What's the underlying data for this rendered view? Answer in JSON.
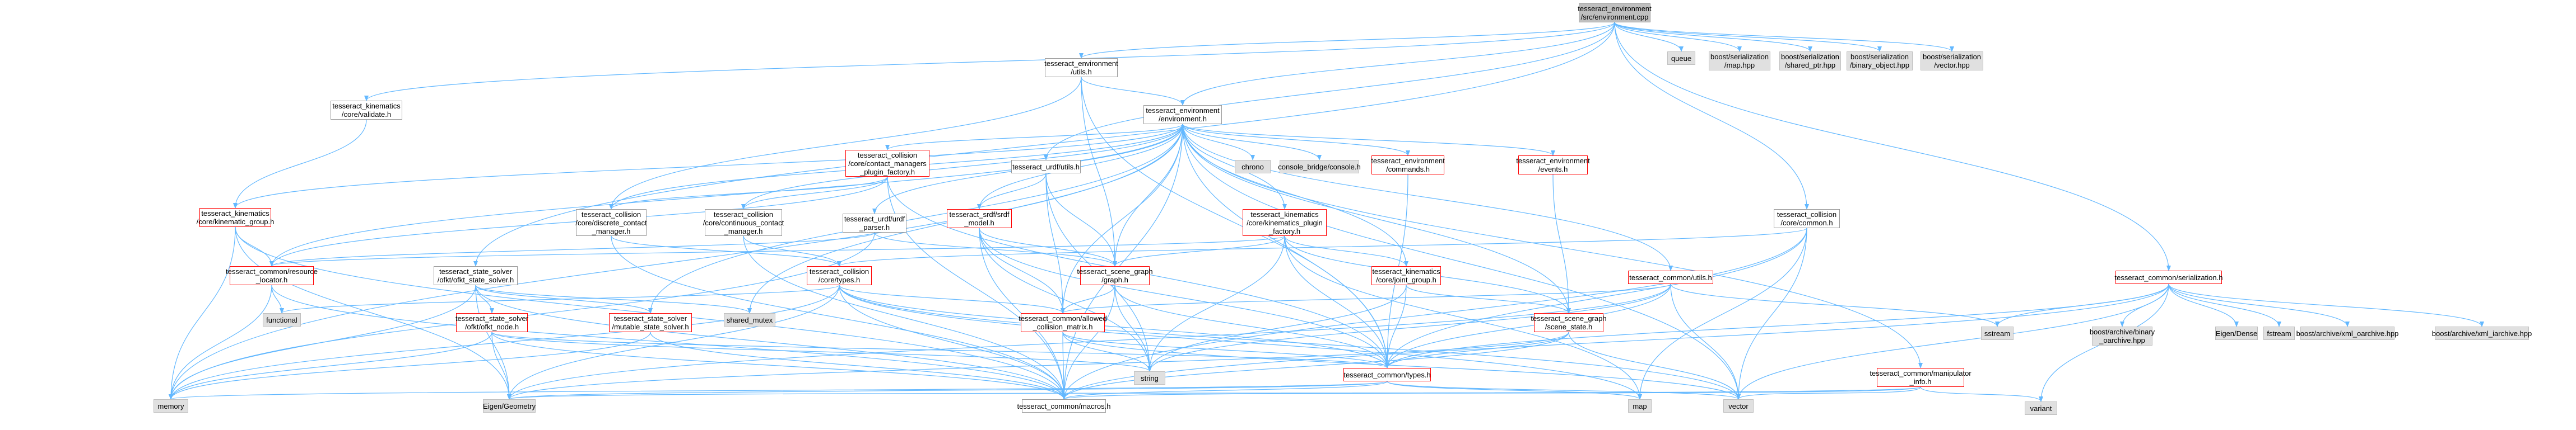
{
  "colors": {
    "edge": "#63b8ff",
    "node_border": "#999999",
    "red_border": "#ff0000",
    "grey_fill": "#e0e0e0",
    "root_fill": "#bfbfbf"
  },
  "nodes": [
    {
      "id": "root",
      "lines": [
        "tesseract_environment",
        "/src/environment.cpp"
      ],
      "type": "root"
    },
    {
      "id": "queue",
      "lines": [
        "queue"
      ],
      "type": "grey"
    },
    {
      "id": "bs_map",
      "lines": [
        "boost/serialization",
        "/map.hpp"
      ],
      "type": "grey"
    },
    {
      "id": "bs_shared",
      "lines": [
        "boost/serialization",
        "/shared_ptr.hpp"
      ],
      "type": "grey"
    },
    {
      "id": "bs_binary",
      "lines": [
        "boost/serialization",
        "/binary_object.hpp"
      ],
      "type": "grey"
    },
    {
      "id": "bs_vector",
      "lines": [
        "boost/serialization",
        "/vector.hpp"
      ],
      "type": "grey"
    },
    {
      "id": "env_utils",
      "lines": [
        "tesseract_environment",
        "/utils.h"
      ],
      "type": "normal"
    },
    {
      "id": "kin_validate",
      "lines": [
        "tesseract_kinematics",
        "/core/validate.h"
      ],
      "type": "normal"
    },
    {
      "id": "env_env",
      "lines": [
        "tesseract_environment",
        "/environment.h"
      ],
      "type": "normal"
    },
    {
      "id": "coll_cm_factory",
      "lines": [
        "tesseract_collision",
        "/core/contact_managers",
        "_plugin_factory.h"
      ],
      "type": "red"
    },
    {
      "id": "urdf_utils",
      "lines": [
        "tesseract_urdf/utils.h"
      ],
      "type": "normal"
    },
    {
      "id": "chrono",
      "lines": [
        "chrono"
      ],
      "type": "grey"
    },
    {
      "id": "console_bridge",
      "lines": [
        "console_bridge/console.h"
      ],
      "type": "grey"
    },
    {
      "id": "env_commands",
      "lines": [
        "tesseract_environment",
        "/commands.h"
      ],
      "type": "red"
    },
    {
      "id": "env_events",
      "lines": [
        "tesseract_environment",
        "/events.h"
      ],
      "type": "red"
    },
    {
      "id": "kin_group",
      "lines": [
        "tesseract_kinematics",
        "/core/kinematic_group.h"
      ],
      "type": "red"
    },
    {
      "id": "coll_discrete",
      "lines": [
        "tesseract_collision",
        "/core/discrete_contact",
        "_manager.h"
      ],
      "type": "normal"
    },
    {
      "id": "coll_continuous",
      "lines": [
        "tesseract_collision",
        "/core/continuous_contact",
        "_manager.h"
      ],
      "type": "normal"
    },
    {
      "id": "urdf_parser",
      "lines": [
        "tesseract_urdf/urdf",
        "_parser.h"
      ],
      "type": "normal"
    },
    {
      "id": "urdf_model",
      "lines": [
        "tesseract_srdf/srdf",
        "_model.h"
      ],
      "type": "red"
    },
    {
      "id": "kin_plugin_factory",
      "lines": [
        "tesseract_kinematics",
        "/core/kinematics_plugin",
        "_factory.h"
      ],
      "type": "red"
    },
    {
      "id": "coll_common",
      "lines": [
        "tesseract_collision",
        "/core/common.h"
      ],
      "type": "normal"
    },
    {
      "id": "common_resource_locator",
      "lines": [
        "tesseract_common/resource",
        "_locator.h"
      ],
      "type": "red"
    },
    {
      "id": "state_solver_ofkt",
      "lines": [
        "tesseract_state_solver",
        "/ofkt/ofkt_state_solver.h"
      ],
      "type": "normal"
    },
    {
      "id": "coll_types",
      "lines": [
        "tesseract_collision",
        "/core/types.h"
      ],
      "type": "red"
    },
    {
      "id": "scene_graph",
      "lines": [
        "tesseract_scene_graph",
        "/graph.h"
      ],
      "type": "red"
    },
    {
      "id": "kin_joint_group",
      "lines": [
        "tesseract_kinematics",
        "/core/joint_group.h"
      ],
      "type": "red"
    },
    {
      "id": "common_utils",
      "lines": [
        "tesseract_common/utils.h"
      ],
      "type": "red"
    },
    {
      "id": "common_serialization",
      "lines": [
        "tesseract_common/serialization.h"
      ],
      "type": "red"
    },
    {
      "id": "functional",
      "lines": [
        "functional"
      ],
      "type": "grey"
    },
    {
      "id": "state_solver_ofkt_node",
      "lines": [
        "tesseract_state_solver",
        "/ofkt/ofkt_node.h"
      ],
      "type": "red"
    },
    {
      "id": "state_solver_mutable",
      "lines": [
        "tesseract_state_solver",
        "/mutable_state_solver.h"
      ],
      "type": "red"
    },
    {
      "id": "shared_mutex",
      "lines": [
        "shared_mutex"
      ],
      "type": "grey"
    },
    {
      "id": "common_allowed",
      "lines": [
        "tesseract_common/allowed",
        "_collision_matrix.h"
      ],
      "type": "red"
    },
    {
      "id": "scene_state",
      "lines": [
        "tesseract_scene_graph",
        "/scene_state.h"
      ],
      "type": "red"
    },
    {
      "id": "sstream",
      "lines": [
        "sstream"
      ],
      "type": "grey"
    },
    {
      "id": "boost_binary",
      "lines": [
        "boost/archive/binary",
        "_oarchive.hpp"
      ],
      "type": "grey"
    },
    {
      "id": "eigen_dense",
      "lines": [
        "Eigen/Dense"
      ],
      "type": "grey"
    },
    {
      "id": "fstream",
      "lines": [
        "fstream"
      ],
      "type": "grey"
    },
    {
      "id": "boost_xml_o",
      "lines": [
        "boost/archive/xml_oarchive.hpp"
      ],
      "type": "grey"
    },
    {
      "id": "boost_xml_i",
      "lines": [
        "boost/archive/xml_iarchive.hpp"
      ],
      "type": "grey"
    },
    {
      "id": "string",
      "lines": [
        "string"
      ],
      "type": "grey"
    },
    {
      "id": "common_types",
      "lines": [
        "tesseract_common/types.h"
      ],
      "type": "red"
    },
    {
      "id": "common_manipulator",
      "lines": [
        "tesseract_common/manipulator",
        "_info.h"
      ],
      "type": "red"
    },
    {
      "id": "memory",
      "lines": [
        "memory"
      ],
      "type": "grey"
    },
    {
      "id": "eigen_geometry",
      "lines": [
        "Eigen/Geometry"
      ],
      "type": "grey"
    },
    {
      "id": "common_macros",
      "lines": [
        "tesseract_common/macros.h"
      ],
      "type": "normal"
    },
    {
      "id": "map",
      "lines": [
        "map"
      ],
      "type": "grey"
    },
    {
      "id": "vector",
      "lines": [
        "vector"
      ],
      "type": "grey"
    },
    {
      "id": "variant",
      "lines": [
        "variant"
      ],
      "type": "grey"
    }
  ],
  "edges": [
    [
      "root",
      "queue"
    ],
    [
      "root",
      "bs_map"
    ],
    [
      "root",
      "bs_shared"
    ],
    [
      "root",
      "bs_binary"
    ],
    [
      "root",
      "bs_vector"
    ],
    [
      "root",
      "env_utils"
    ],
    [
      "root",
      "kin_validate"
    ],
    [
      "root",
      "env_env"
    ],
    [
      "root",
      "coll_common"
    ],
    [
      "root",
      "state_solver_ofkt"
    ],
    [
      "root",
      "common_serialization"
    ],
    [
      "root",
      "urdf_utils"
    ],
    [
      "env_utils",
      "env_env"
    ],
    [
      "env_utils",
      "coll_discrete"
    ],
    [
      "env_utils",
      "scene_graph"
    ],
    [
      "env_utils",
      "common_types"
    ],
    [
      "kin_validate",
      "kin_group"
    ],
    [
      "env_env",
      "coll_cm_factory"
    ],
    [
      "env_env",
      "chrono"
    ],
    [
      "env_env",
      "console_bridge"
    ],
    [
      "env_env",
      "env_commands"
    ],
    [
      "env_env",
      "env_events"
    ],
    [
      "env_env",
      "kin_group"
    ],
    [
      "env_env",
      "coll_discrete"
    ],
    [
      "env_env",
      "coll_continuous"
    ],
    [
      "env_env",
      "urdf_parser"
    ],
    [
      "env_env",
      "urdf_model"
    ],
    [
      "env_env",
      "kin_plugin_factory"
    ],
    [
      "env_env",
      "common_resource_locator"
    ],
    [
      "env_env",
      "state_solver_mutable"
    ],
    [
      "env_env",
      "shared_mutex"
    ],
    [
      "env_env",
      "scene_graph"
    ],
    [
      "env_env",
      "kin_joint_group"
    ],
    [
      "env_env",
      "common_utils"
    ],
    [
      "env_env",
      "common_manipulator"
    ],
    [
      "env_env",
      "scene_state"
    ],
    [
      "env_env",
      "common_types"
    ],
    [
      "env_env",
      "common_macros"
    ],
    [
      "env_env",
      "memory"
    ],
    [
      "env_env",
      "vector"
    ],
    [
      "env_env",
      "common_allowed"
    ],
    [
      "coll_cm_factory",
      "coll_discrete"
    ],
    [
      "coll_cm_factory",
      "coll_continuous"
    ],
    [
      "coll_cm_factory",
      "common_resource_locator"
    ],
    [
      "coll_cm_factory",
      "common_types"
    ],
    [
      "coll_cm_factory",
      "common_macros"
    ],
    [
      "urdf_utils",
      "urdf_model"
    ],
    [
      "urdf_utils",
      "scene_graph"
    ],
    [
      "urdf_utils",
      "common_allowed"
    ],
    [
      "urdf_utils",
      "string"
    ],
    [
      "env_commands",
      "common_types"
    ],
    [
      "env_events",
      "scene_state"
    ],
    [
      "kin_group",
      "common_resource_locator"
    ],
    [
      "kin_group",
      "memory"
    ],
    [
      "kin_group",
      "common_macros"
    ],
    [
      "kin_group",
      "eigen_geometry"
    ],
    [
      "coll_discrete",
      "coll_types"
    ],
    [
      "coll_discrete",
      "common_macros"
    ],
    [
      "coll_continuous",
      "coll_types"
    ],
    [
      "coll_continuous",
      "common_macros"
    ],
    [
      "urdf_parser",
      "common_resource_locator"
    ],
    [
      "urdf_parser",
      "scene_graph"
    ],
    [
      "urdf_parser",
      "memory"
    ],
    [
      "urdf_model",
      "scene_graph"
    ],
    [
      "urdf_model",
      "common_allowed"
    ],
    [
      "urdf_model",
      "common_types"
    ],
    [
      "urdf_model",
      "string"
    ],
    [
      "urdf_model",
      "common_macros"
    ],
    [
      "kin_plugin_factory",
      "common_resource_locator"
    ],
    [
      "kin_plugin_factory",
      "scene_graph"
    ],
    [
      "kin_plugin_factory",
      "kin_joint_group"
    ],
    [
      "kin_plugin_factory",
      "common_types"
    ],
    [
      "kin_plugin_factory",
      "scene_state"
    ],
    [
      "kin_plugin_factory",
      "string"
    ],
    [
      "kin_plugin_factory",
      "map"
    ],
    [
      "coll_common",
      "coll_types"
    ],
    [
      "coll_common",
      "map"
    ],
    [
      "coll_common",
      "vector"
    ],
    [
      "coll_common",
      "common_macros"
    ],
    [
      "coll_common",
      "common_types"
    ],
    [
      "common_resource_locator",
      "functional"
    ],
    [
      "common_resource_locator",
      "memory"
    ],
    [
      "common_resource_locator",
      "common_macros"
    ],
    [
      "state_solver_ofkt",
      "state_solver_ofkt_node"
    ],
    [
      "state_solver_ofkt",
      "state_solver_mutable"
    ],
    [
      "state_solver_ofkt",
      "shared_mutex"
    ],
    [
      "state_solver_ofkt",
      "memory"
    ],
    [
      "state_solver_ofkt",
      "eigen_geometry"
    ],
    [
      "state_solver_ofkt",
      "common_macros"
    ],
    [
      "coll_types",
      "common_allowed"
    ],
    [
      "coll_types",
      "common_types"
    ],
    [
      "coll_types",
      "eigen_geometry"
    ],
    [
      "coll_types",
      "memory"
    ],
    [
      "coll_types",
      "vector"
    ],
    [
      "coll_types",
      "common_macros"
    ],
    [
      "coll_types",
      "functional"
    ],
    [
      "coll_types",
      "map"
    ],
    [
      "scene_graph",
      "common_allowed"
    ],
    [
      "scene_graph",
      "string"
    ],
    [
      "scene_graph",
      "common_types"
    ],
    [
      "scene_graph",
      "common_macros"
    ],
    [
      "kin_joint_group",
      "scene_state"
    ],
    [
      "kin_joint_group",
      "common_types"
    ],
    [
      "kin_joint_group",
      "string"
    ],
    [
      "common_utils",
      "common_types"
    ],
    [
      "common_utils",
      "sstream"
    ],
    [
      "common_utils",
      "vector"
    ],
    [
      "common_utils",
      "string"
    ],
    [
      "common_utils",
      "eigen_geometry"
    ],
    [
      "common_utils",
      "common_allowed"
    ],
    [
      "common_serialization",
      "common_macros"
    ],
    [
      "common_serialization",
      "boost_binary"
    ],
    [
      "common_serialization",
      "eigen_dense"
    ],
    [
      "common_serialization",
      "fstream"
    ],
    [
      "common_serialization",
      "boost_xml_o"
    ],
    [
      "common_serialization",
      "boost_xml_i"
    ],
    [
      "common_serialization",
      "sstream"
    ],
    [
      "common_serialization",
      "vector"
    ],
    [
      "common_serialization",
      "variant"
    ],
    [
      "common_serialization",
      "common_types"
    ],
    [
      "state_solver_ofkt_node",
      "eigen_geometry"
    ],
    [
      "state_solver_ofkt_node",
      "common_macros"
    ],
    [
      "state_solver_ofkt_node",
      "memory"
    ],
    [
      "state_solver_ofkt_node",
      "common_types"
    ],
    [
      "state_solver_ofkt_node",
      "string"
    ],
    [
      "state_solver_mutable",
      "memory"
    ],
    [
      "state_solver_mutable",
      "common_macros"
    ],
    [
      "common_allowed",
      "common_types"
    ],
    [
      "common_allowed",
      "vector"
    ],
    [
      "common_allowed",
      "string"
    ],
    [
      "common_allowed",
      "common_macros"
    ],
    [
      "scene_state",
      "common_types"
    ],
    [
      "scene_state",
      "eigen_geometry"
    ],
    [
      "scene_state",
      "common_macros"
    ],
    [
      "scene_state",
      "vector"
    ],
    [
      "common_types",
      "memory"
    ],
    [
      "common_types",
      "common_macros"
    ],
    [
      "common_types",
      "eigen_geometry"
    ],
    [
      "common_types",
      "map"
    ],
    [
      "common_types",
      "vector"
    ],
    [
      "common_manipulator",
      "common_macros"
    ],
    [
      "common_manipulator",
      "eigen_geometry"
    ],
    [
      "common_manipulator",
      "variant"
    ],
    [
      "common_manipulator",
      "vector"
    ]
  ]
}
